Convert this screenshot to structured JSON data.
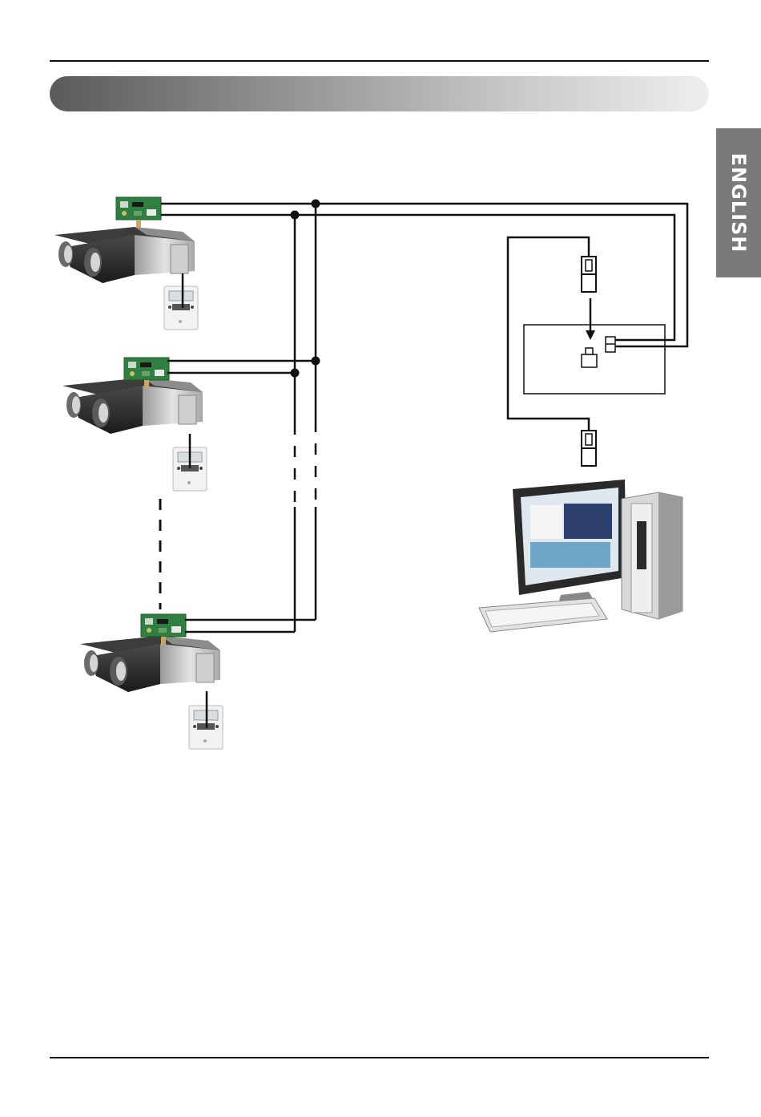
{
  "header": {
    "banner_text": ""
  },
  "side_tab": {
    "label": "ENGLISH"
  },
  "diagram": {
    "units": [
      {
        "name": "ventilation-unit-1"
      },
      {
        "name": "ventilation-unit-2"
      },
      {
        "name": "ventilation-unit-3"
      }
    ],
    "colors": {
      "wire": "#111111",
      "pcb": "#3a8a4a",
      "unit_dark": "#2b2b2b",
      "unit_silver": "#bdbdbd"
    }
  }
}
